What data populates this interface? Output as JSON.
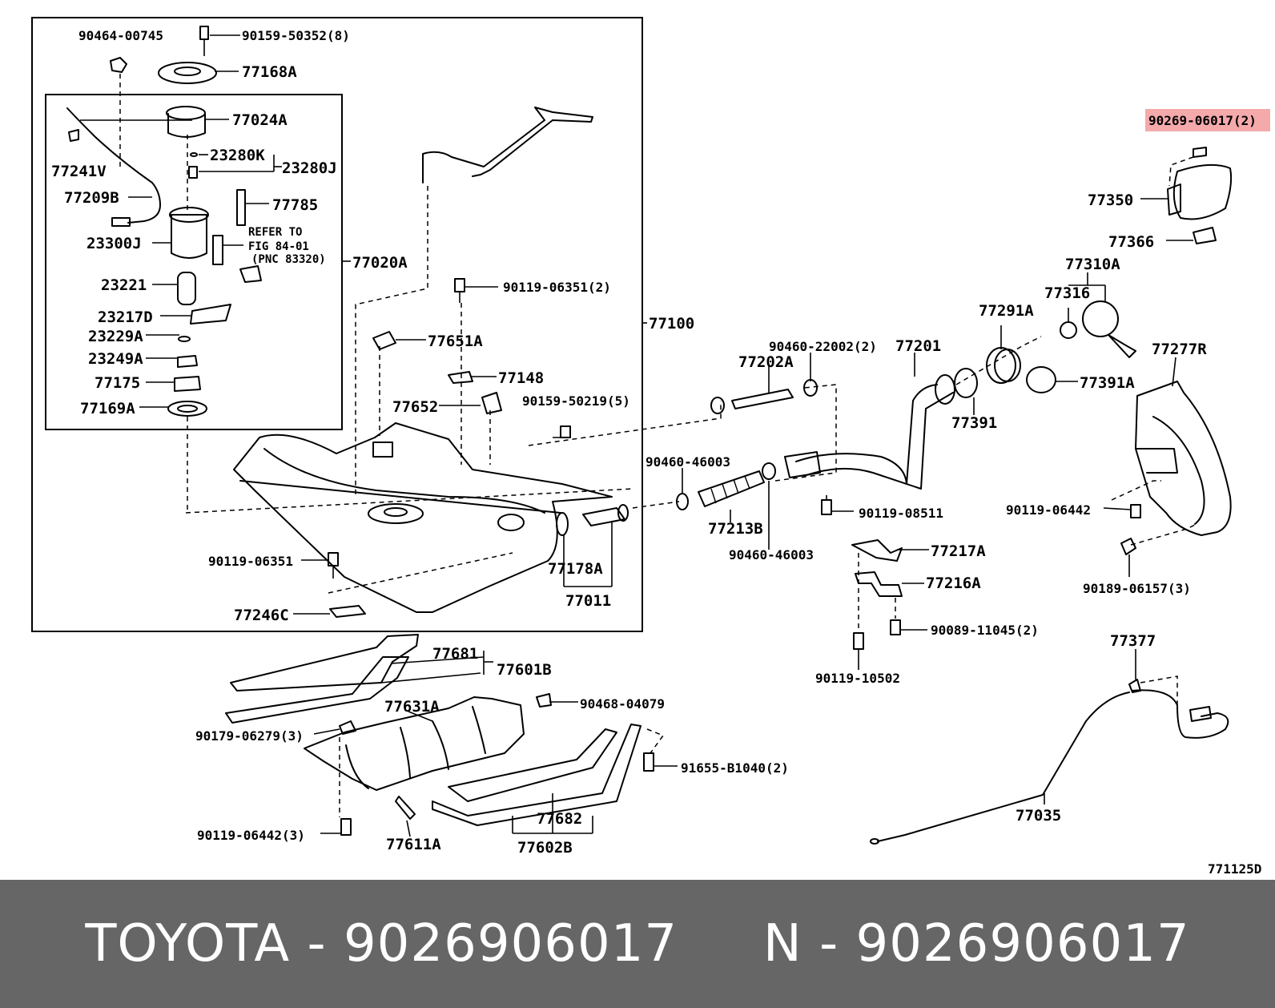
{
  "diagram": {
    "labels": {
      "l90464_00745": "90464-00745",
      "l90159_50352": "90159-50352(8)",
      "l77168A": "77168A",
      "l77024A": "77024A",
      "l77241V": "77241V",
      "l23280K": "23280K",
      "l23280J": "23280J",
      "l77209B": "77209B",
      "l77785": "77785",
      "l23300J": "23300J",
      "l_refer1": "REFER TO",
      "l_refer2": "FIG 84-01",
      "l_refer3": "(PNC 83320)",
      "l77020A": "77020A",
      "l23221": "23221",
      "l23217D": "23217D",
      "l23229A": "23229A",
      "l23249A": "23249A",
      "l77175": "77175",
      "l77169A": "77169A",
      "l90119_06351_2": "90119-06351(2)",
      "l77100": "77100",
      "l77651A": "77651A",
      "l77148": "77148",
      "l77652": "77652",
      "l90159_50219": "90159-50219(5)",
      "l90119_06351": "90119-06351",
      "l77178A": "77178A",
      "l77011": "77011",
      "l77246C": "77246C",
      "l77681": "77681",
      "l77601B": "77601B",
      "l77631A": "77631A",
      "l90468_04079": "90468-04079",
      "l90179_06279": "90179-06279(3)",
      "l91655_B1040": "91655-B1040(2)",
      "l90119_06442_3": "90119-06442(3)",
      "l77611A": "77611A",
      "l77682": "77682",
      "l77602B": "77602B",
      "l90460_22002": "90460-22002(2)",
      "l77202A": "77202A",
      "l77201": "77201",
      "l90460_46003_a": "90460-46003",
      "l77213B": "77213B",
      "l90460_46003_b": "90460-46003",
      "l90119_08511": "90119-08511",
      "l77217A": "77217A",
      "l77216A": "77216A",
      "l90089_11045": "90089-11045(2)",
      "l90119_10502": "90119-10502",
      "l77291A": "77291A",
      "l77316": "77316",
      "l77310A": "77310A",
      "l77391": "77391",
      "l77391A": "77391A",
      "l77277R": "77277R",
      "l90269_06017": "90269-06017(2)",
      "l77350": "77350",
      "l77366": "77366",
      "l90119_06442": "90119-06442",
      "l90189_06157": "90189-06157(3)",
      "l77377": "77377",
      "l77035": "77035",
      "l771125D": "771125D"
    },
    "highlight_color": "#f4a9ab"
  },
  "footer": {
    "text": "TOYOTA - 9026906017     N - 9026906017",
    "background": "#666666",
    "color": "#ffffff"
  }
}
